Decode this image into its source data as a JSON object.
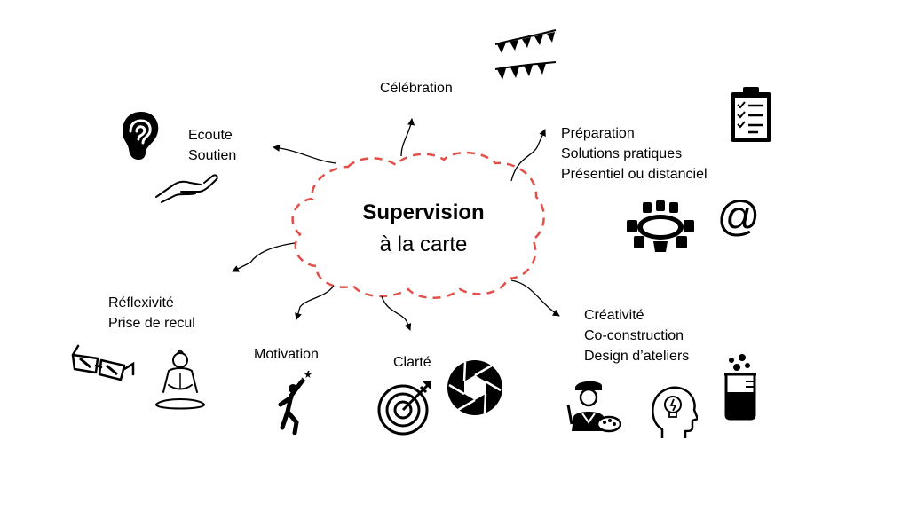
{
  "center": {
    "line1": "Supervision",
    "line2": "à la carte"
  },
  "accent_color": "#e2504a",
  "nodes": {
    "celebration": {
      "lines": [
        "Célébration"
      ],
      "icons": [
        "bunting-icon"
      ]
    },
    "ecoute": {
      "lines": [
        "Ecoute",
        "Soutien"
      ],
      "icons": [
        "ear-icon",
        "open-hand-icon"
      ]
    },
    "preparation": {
      "lines": [
        "Préparation",
        "Solutions pratiques",
        "Présentiel ou distanciel"
      ],
      "icons": [
        "clipboard-checklist-icon",
        "meeting-table-icon",
        "at-sign-icon"
      ]
    },
    "reflexivite": {
      "lines": [
        "Réflexivité",
        "Prise de recul"
      ],
      "icons": [
        "3d-glasses-icon",
        "meditation-icon"
      ]
    },
    "motivation": {
      "lines": [
        "Motivation"
      ],
      "icons": [
        "reaching-star-icon"
      ]
    },
    "clarte": {
      "lines": [
        "Clarté"
      ],
      "icons": [
        "target-arrow-icon",
        "camera-aperture-icon"
      ]
    },
    "creativite": {
      "lines": [
        "Créativité",
        "Co-construction",
        "Design d’ateliers"
      ],
      "icons": [
        "painter-icon",
        "head-lightbulb-icon",
        "beaker-icon"
      ]
    }
  }
}
